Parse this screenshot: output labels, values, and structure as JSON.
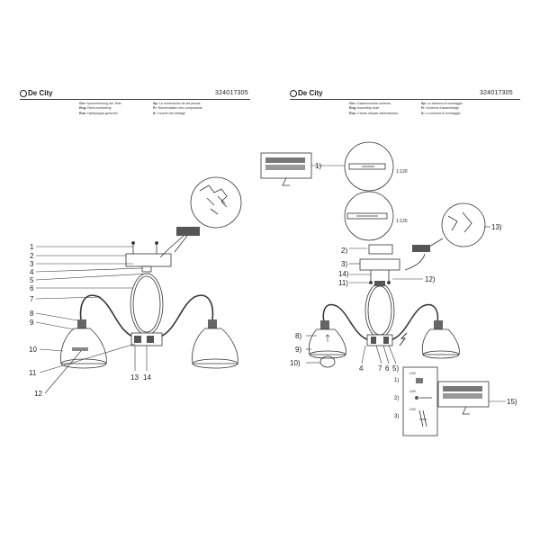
{
  "left": {
    "brand": "De City",
    "code": "324017305",
    "legend_col1": [
      {
        "lang": "Ger:",
        "text": "Nummerierung der Teile"
      },
      {
        "lang": "Eng:",
        "text": "Parts numbering"
      },
      {
        "lang": "Rus:",
        "text": "Нумерация деталей"
      }
    ],
    "legend_col2": [
      {
        "lang": "Sp:",
        "text": "La numeración de las piezas"
      },
      {
        "lang": "Fr:",
        "text": "Numérotation des composants"
      },
      {
        "lang": "It:",
        "text": "I numeri dei dettagli"
      }
    ],
    "callouts": [
      "1",
      "2",
      "3",
      "4",
      "5",
      "6",
      "7",
      "8",
      "9",
      "10",
      "11",
      "12",
      "13",
      "14"
    ]
  },
  "right": {
    "brand": "De City",
    "code": "324017305",
    "legend_col1": [
      {
        "lang": "Ger:",
        "text": "Zusammenbau schema"
      },
      {
        "lang": "Eng:",
        "text": "Assembly chart"
      },
      {
        "lang": "Rus:",
        "text": "Схема сборки светильника"
      }
    ],
    "legend_col2": [
      {
        "lang": "Sp:",
        "text": "Lo schema di montaggio"
      },
      {
        "lang": "Fr:",
        "text": "Schéma d'assemblage"
      },
      {
        "lang": "It:",
        "text": "Lo schema di montaggio"
      }
    ],
    "steps": [
      "1)",
      "2)",
      "3)",
      "4",
      "5)",
      "6",
      "7",
      "8)",
      "9)",
      "10)",
      "11)",
      "12)",
      "13)",
      "14)",
      "15)"
    ],
    "inset_steps": [
      "1)",
      "2)",
      "3)"
    ],
    "small_labels": [
      "1:120",
      "1:120",
      "L00",
      "L00",
      "L00"
    ]
  }
}
